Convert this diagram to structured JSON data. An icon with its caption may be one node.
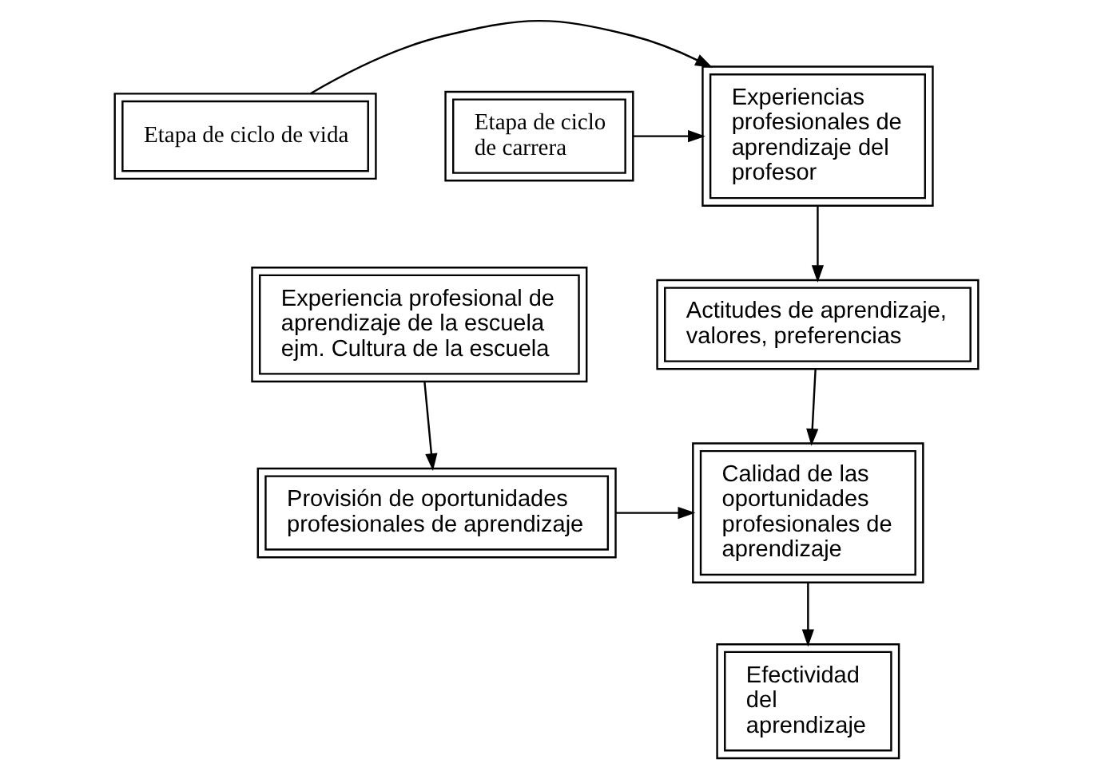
{
  "diagram": {
    "nodes": [
      {
        "text": [
          "Etapa de ciclo de vida"
        ]
      },
      {
        "text": [
          "Experiencias profesionales de aprendizaje del profesor"
        ]
      },
      {
        "text": [
          "Etapa de ciclo de carrera"
        ]
      },
      {
        "text": [
          "Actitudes de aprendizaje, valores, preferencias"
        ]
      },
      {
        "text": [
          "Calidad de las oportunidades profesionales de aprendizaje"
        ]
      },
      {
        "text": [
          "Provisión de oportunidades profesionales de aprendizaje"
        ]
      },
      {
        "text": [
          "Efectividad del aprendizaje"
        ]
      },
      {
        "text": [
          "Experiencia profesional de aprendizaje de la escuela ejm. Cultura de la escuela"
        ]
      }
    ],
    "edges": [
      {
        "from": 0,
        "to": 1,
        "arrow": "to"
      },
      {
        "from": 2,
        "to": 1,
        "arrow": "to"
      },
      {
        "from": 1,
        "to": 3,
        "arrow": "to"
      },
      {
        "from": 3,
        "to": 4,
        "arrow": "to"
      },
      {
        "from": 5,
        "to": 4,
        "arrow": "to"
      },
      {
        "from": 4,
        "to": 6,
        "arrow": "to"
      },
      {
        "from": 7,
        "to": 5,
        "arrow": "to"
      }
    ]
  }
}
